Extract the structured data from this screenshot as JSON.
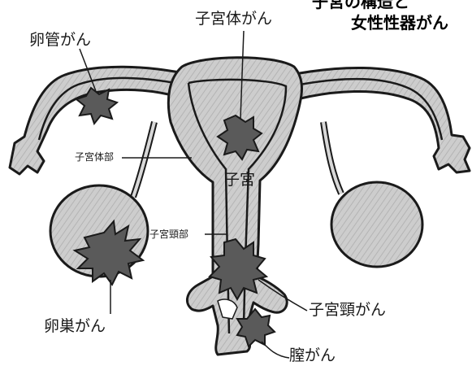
{
  "title": {
    "line1": "子宮の構造と",
    "line2": "女性性器がん"
  },
  "labels": {
    "uterine_cancer": "子宮体がん",
    "fallopian_cancer": "卵管がん",
    "uterine_body": "子宮体部",
    "uterus": "子宮",
    "cervix": "子宮頸部",
    "ovarian_cancer": "卵巣がん",
    "cervical_cancer": "子宮頸がん",
    "vaginal_cancer": "膣がん"
  },
  "colors": {
    "organ_fill": "#c9c9c9",
    "organ_fill_dark": "#a6a6a6",
    "outline": "#1a1a1a",
    "tumor_fill": "#5a5a5a"
  }
}
